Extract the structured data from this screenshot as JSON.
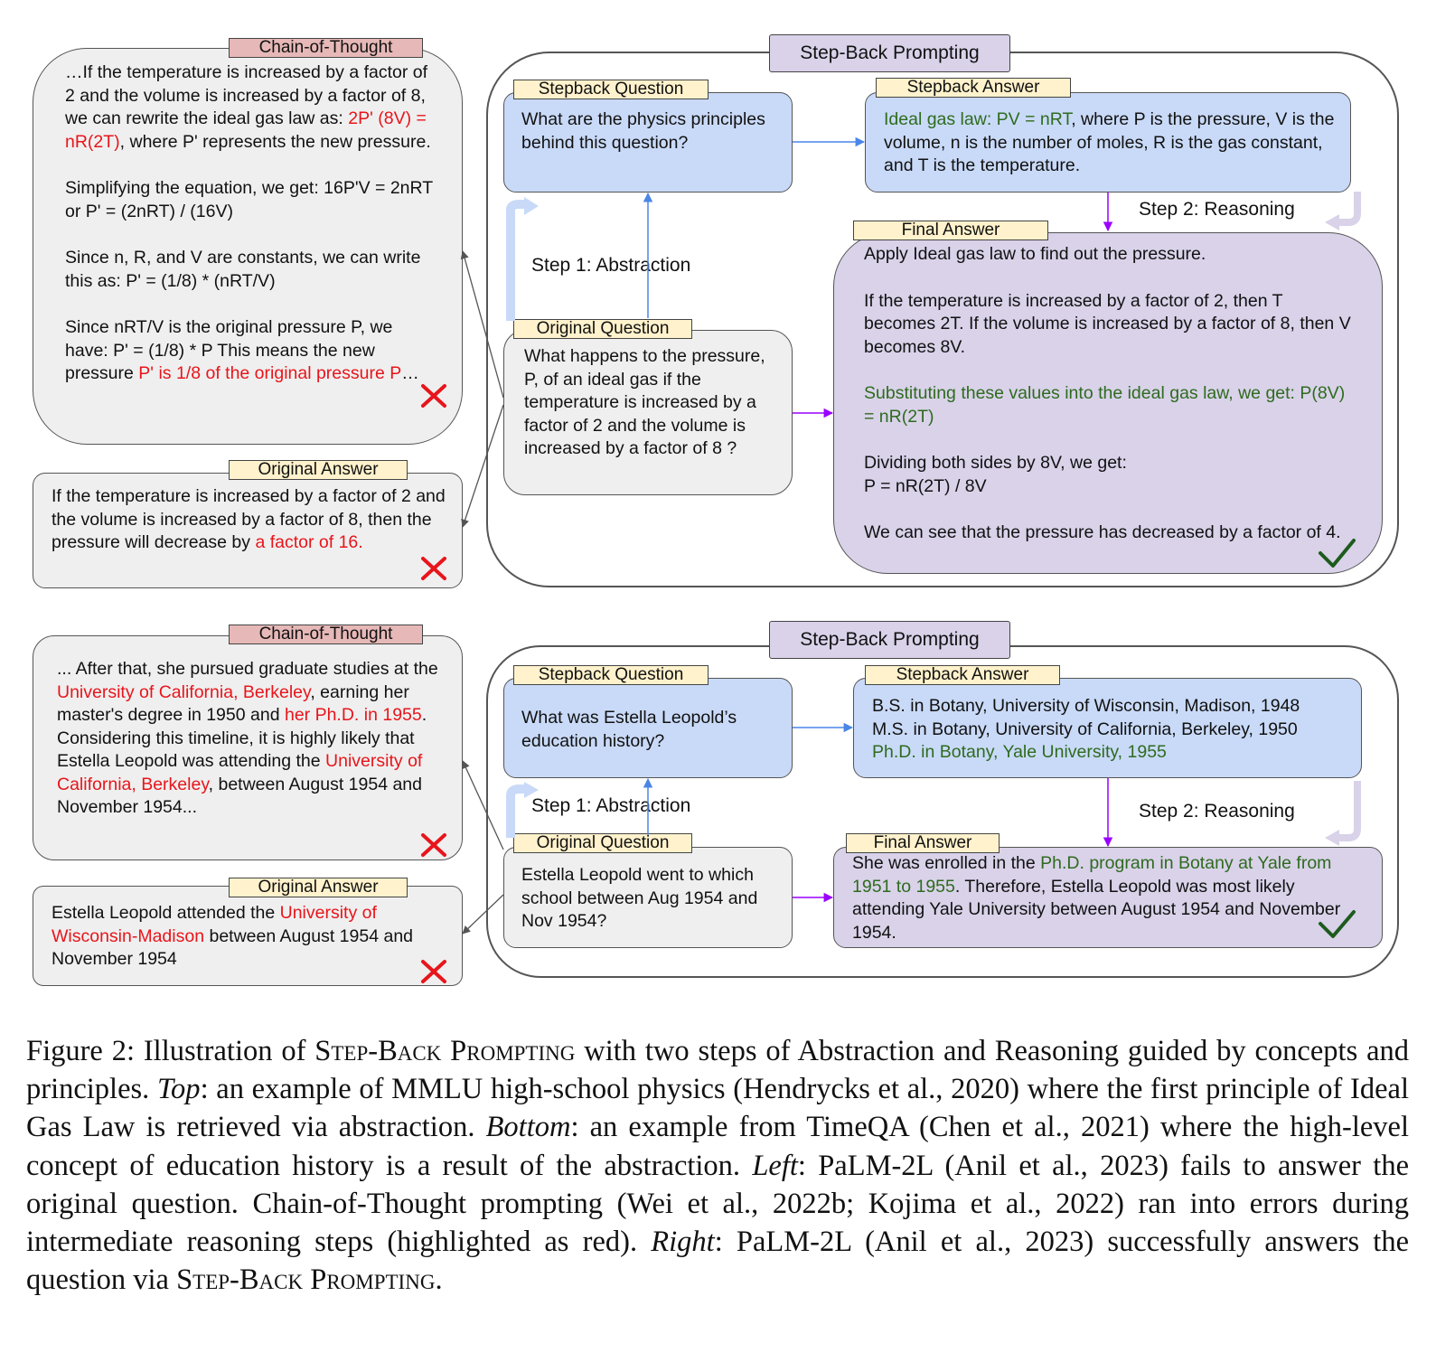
{
  "panels": [
    {
      "cot": {
        "tag": "Chain-of-Thought",
        "paragraphs": [
          [
            {
              "t": "…If the temperature is increased by a factor of 2 and the volume is increased by a factor of 8, we can rewrite the ideal gas law as: "
            },
            {
              "t": "2P' (8V) = nR(2T)",
              "c": "red"
            },
            {
              "t": ", where P' represents the new pressure."
            }
          ],
          [
            {
              "t": "Simplifying the equation, we get: 16P'V = 2nRT or P' = (2nRT) / (16V)"
            }
          ],
          [
            {
              "t": "Since n, R, and V are constants, we can write this as: P' = (1/8) * (nRT/V)"
            }
          ],
          [
            {
              "t": "Since nRT/V is the original pressure P, we have: P' = (1/8) * P This means the new pressure "
            },
            {
              "t": "P' is 1/8 of the original pressure P",
              "c": "red"
            },
            {
              "t": "…"
            }
          ]
        ]
      },
      "original_answer": {
        "tag": "Original Answer",
        "paragraphs": [
          [
            {
              "t": "If the temperature is increased by a factor of 2 and the volume is increased by a factor of 8, then the pressure will decrease by "
            },
            {
              "t": "a factor of 16.",
              "c": "red"
            }
          ]
        ]
      },
      "step_back_title": "Step-Back Prompting",
      "stepback_question": {
        "tag": "Stepback Question",
        "paragraphs": [
          [
            {
              "t": "What are the physics principles behind this question?"
            }
          ]
        ]
      },
      "stepback_answer": {
        "tag": "Stepback Answer",
        "paragraphs": [
          [
            {
              "t": "Ideal gas law: PV = nRT",
              "c": "green"
            },
            {
              "t": ", where P is the pressure, V is the volume, n is the number of moles, R is the gas constant, and T is the temperature."
            }
          ]
        ]
      },
      "original_question": {
        "tag": "Original Question",
        "paragraphs": [
          [
            {
              "t": "What happens to the pressure, P, of an ideal gas if the temperature is increased by a factor of 2 and the volume is increased by a factor of 8 ?"
            }
          ]
        ]
      },
      "final_answer": {
        "tag": "Final Answer",
        "paragraphs": [
          [
            {
              "t": "Apply Ideal gas law to find out the pressure."
            }
          ],
          [
            {
              "t": "If the temperature is increased by a factor of 2, then T becomes 2T. If the volume is increased by a factor of 8, then V becomes 8V."
            }
          ],
          [
            {
              "t": "Substituting these values into the ideal gas law, we get: P(8V) = nR(2T)",
              "c": "green"
            }
          ],
          [
            {
              "t": "Dividing both sides by 8V, we get:"
            },
            {
              "br": true
            },
            {
              "t": "P = nR(2T) / 8V"
            }
          ],
          [
            {
              "t": "We can see that the pressure has decreased by a factor of 4."
            }
          ]
        ]
      },
      "step1_label": "Step 1: Abstraction",
      "step2_label": "Step 2: Reasoning"
    },
    {
      "cot": {
        "tag": "Chain-of-Thought",
        "paragraphs": [
          [
            {
              "t": "... After that, she pursued graduate studies at the "
            },
            {
              "t": "University of California, Berkeley",
              "c": "red"
            },
            {
              "t": ", earning her master's degree in 1950 and "
            },
            {
              "t": "her Ph.D. in 1955",
              "c": "red"
            },
            {
              "t": "."
            },
            {
              "br": true
            },
            {
              "t": "Considering this timeline, it is highly likely that Estella Leopold was attending the "
            },
            {
              "t": "University of California, Berkeley",
              "c": "red"
            },
            {
              "t": ", between August 1954 and November 1954..."
            }
          ]
        ]
      },
      "original_answer": {
        "tag": "Original Answer",
        "paragraphs": [
          [
            {
              "t": "Estella Leopold attended the "
            },
            {
              "t": "University of Wisconsin-Madison",
              "c": "red"
            },
            {
              "t": " between August 1954 and November 1954"
            }
          ]
        ]
      },
      "step_back_title": "Step-Back Prompting",
      "stepback_question": {
        "tag": "Stepback Question",
        "paragraphs": [
          [
            {
              "t": "What was Estella Leopold’s education history?"
            }
          ]
        ]
      },
      "stepback_answer": {
        "tag": "Stepback Answer",
        "paragraphs": [
          [
            {
              "t": "B.S. in Botany, University of Wisconsin, Madison, 1948"
            },
            {
              "br": true
            },
            {
              "t": "M.S. in Botany, University of California, Berkeley, 1950"
            },
            {
              "br": true
            },
            {
              "t": "Ph.D. in Botany, Yale University, 1955",
              "c": "green"
            }
          ]
        ]
      },
      "original_question": {
        "tag": "Original Question",
        "paragraphs": [
          [
            {
              "t": "Estella Leopold went to which school between Aug 1954 and Nov 1954?"
            }
          ]
        ]
      },
      "final_answer": {
        "tag": "Final Answer",
        "paragraphs": [
          [
            {
              "t": "She was enrolled in the "
            },
            {
              "t": "Ph.D. program in Botany at Yale from 1951 to 1955",
              "c": "green"
            },
            {
              "t": ". Therefore, Estella Leopold was most likely attending Yale University between August 1954 and November 1954."
            }
          ]
        ]
      },
      "step1_label": "Step 1: Abstraction",
      "step2_label": "Step 2: Reasoning"
    }
  ],
  "caption": {
    "runs": [
      {
        "t": "Figure 2: Illustration of "
      },
      {
        "t": "Step-Back Prompting",
        "s": "sc"
      },
      {
        "t": " with two steps of Abstraction and Reasoning guided by concepts and principles. "
      },
      {
        "t": "Top",
        "s": "i"
      },
      {
        "t": ": an example of MMLU high-school physics (Hendrycks et al., 2020) where the first principle of Ideal Gas Law is retrieved via abstraction. "
      },
      {
        "t": "Bottom",
        "s": "i"
      },
      {
        "t": ": an example from TimeQA (Chen et al., 2021) where the high-level concept of education history is a result of the abstraction. "
      },
      {
        "t": "Left",
        "s": "i"
      },
      {
        "t": ": PaLM-2L (Anil et al., 2023) fails to answer the original question. Chain-of-Thought prompting (Wei et al., 2022b; Kojima et al., 2022) ran into errors during intermediate reasoning steps (highlighted as red). "
      },
      {
        "t": "Right",
        "s": "i"
      },
      {
        "t": ": PaLM-2L (Anil et al., 2023) successfully answers the question via "
      },
      {
        "t": "Step-Back Prompting",
        "s": "sc"
      },
      {
        "t": "."
      }
    ]
  },
  "icons": {
    "wrong": "cross-mark-icon",
    "right": "check-mark-icon"
  },
  "colors": {
    "error": "#e8151b",
    "principle": "#2e6b1e",
    "abstraction_arrow": "#4a86e8",
    "reasoning_arrow": "#9900ff"
  }
}
